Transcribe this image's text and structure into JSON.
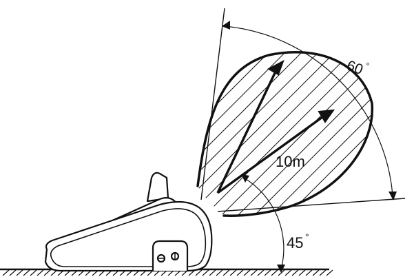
{
  "diagram": {
    "labels": {
      "range": "10m",
      "tilt_angle": "45",
      "beam_angle": "60",
      "degree_symbol": "°"
    },
    "icons": {
      "device": "remote-control-device-icon",
      "ground": "hatched-ground-icon"
    },
    "colors": {
      "line": "#111111",
      "background": "#ffffff"
    }
  }
}
